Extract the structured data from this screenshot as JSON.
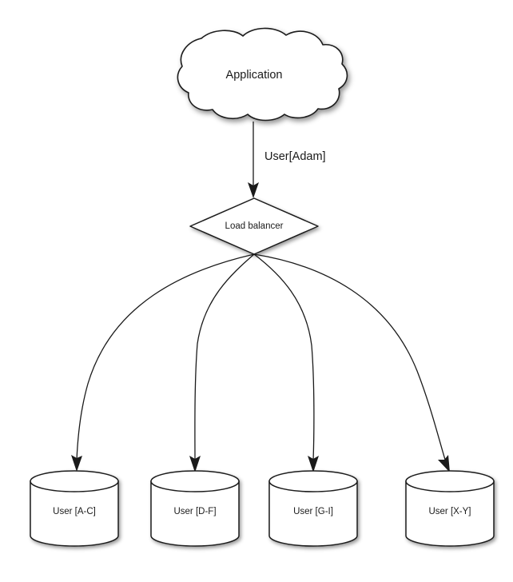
{
  "diagram": {
    "title_text": "Application",
    "background_color": "#ffffff",
    "stroke_color": "#1a1a1a",
    "nodes": {
      "application_cloud": {
        "label": "Application",
        "shape": "cloud"
      },
      "load_balancer": {
        "label": "Load balancer",
        "shape": "diamond"
      },
      "databases": [
        {
          "label": "User [A-C]",
          "shape": "cylinder"
        },
        {
          "label": "User [D-F]",
          "shape": "cylinder"
        },
        {
          "label": "User [G-I]",
          "shape": "cylinder"
        },
        {
          "label": "User [X-Y]",
          "shape": "cylinder"
        }
      ]
    },
    "edges": {
      "app_to_balancer_label": "User[Adam]",
      "balancer_to_db_labels": [
        "",
        "",
        "",
        ""
      ]
    }
  }
}
